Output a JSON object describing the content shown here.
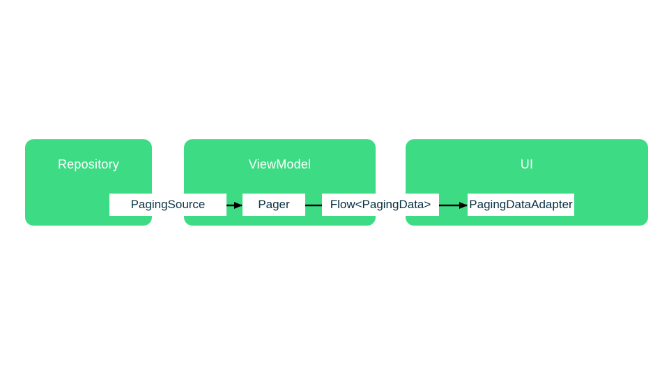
{
  "colors": {
    "layer_fill": "#3ddc84",
    "node_fill": "#ffffff",
    "node_text": "#083042",
    "arrow": "#000000"
  },
  "layers": {
    "repository": {
      "title": "Repository"
    },
    "viewmodel": {
      "title": "ViewModel"
    },
    "ui": {
      "title": "UI"
    }
  },
  "nodes": {
    "paging_source": "PagingSource",
    "pager": "Pager",
    "flow": "Flow<PagingData>",
    "adapter": "PagingDataAdapter"
  },
  "edges": [
    {
      "from": "PagingSource",
      "to": "Pager",
      "arrowhead": true
    },
    {
      "from": "Pager",
      "to": "Flow<PagingData>",
      "arrowhead": false
    },
    {
      "from": "Flow<PagingData>",
      "to": "PagingDataAdapter",
      "arrowhead": true
    }
  ]
}
